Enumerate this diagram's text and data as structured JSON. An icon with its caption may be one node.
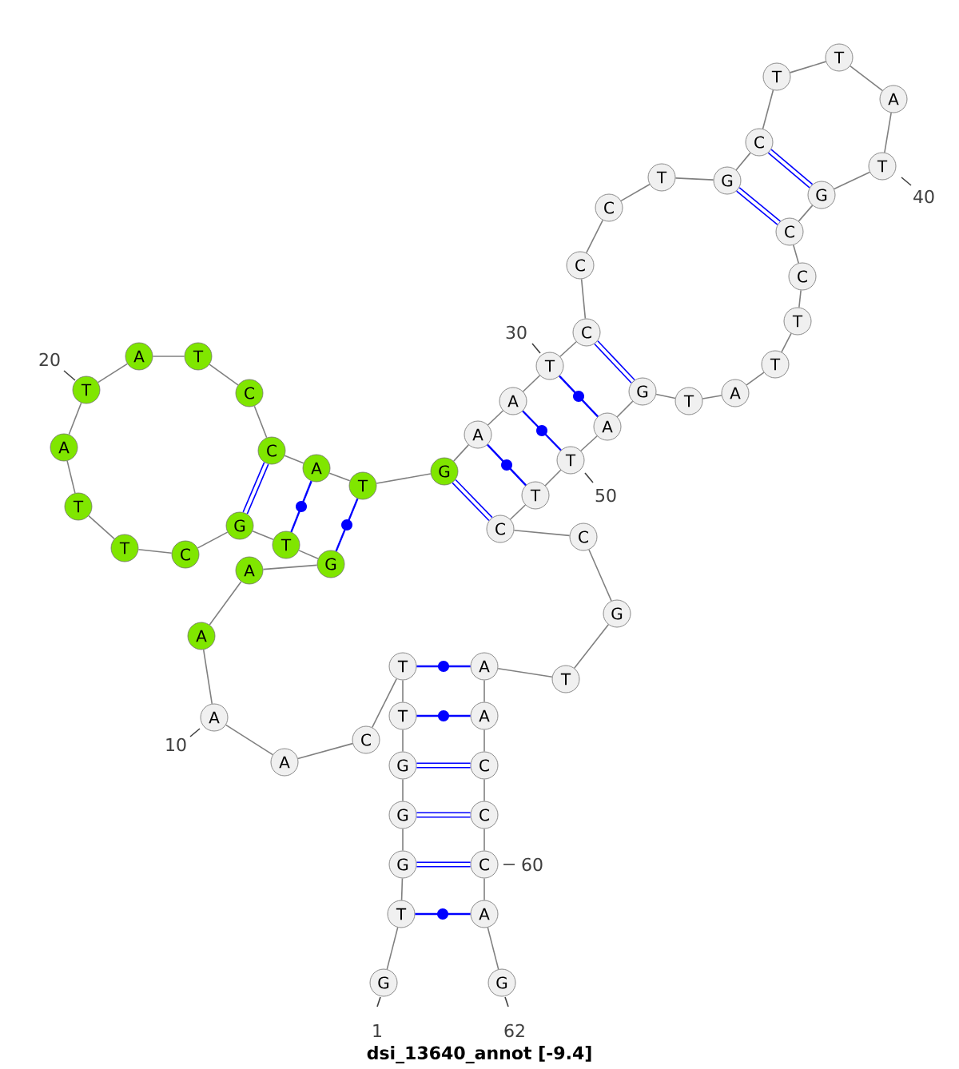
{
  "diagram": {
    "caption": "dsi_13640_annot [-9.4]",
    "nodes": [
      {
        "text": [
          "G"
        ],
        "beside": [
          "1"
        ]
      },
      {
        "text": [
          "T"
        ]
      },
      {
        "text": [
          "G"
        ]
      },
      {
        "text": [
          "G"
        ]
      },
      {
        "text": [
          "G"
        ]
      },
      {
        "text": [
          "T"
        ]
      },
      {
        "text": [
          "T"
        ]
      },
      {
        "text": [
          "C"
        ]
      },
      {
        "text": [
          "A"
        ]
      },
      {
        "text": [
          "A"
        ],
        "beside": [
          "10"
        ]
      },
      {
        "text": [
          "A"
        ]
      },
      {
        "text": [
          "A"
        ]
      },
      {
        "text": [
          "G"
        ]
      },
      {
        "text": [
          "T"
        ]
      },
      {
        "text": [
          "G"
        ]
      },
      {
        "text": [
          "C"
        ]
      },
      {
        "text": [
          "T"
        ]
      },
      {
        "text": [
          "T"
        ]
      },
      {
        "text": [
          "A"
        ]
      },
      {
        "text": [
          "T"
        ],
        "beside": [
          "20"
        ]
      },
      {
        "text": [
          "A"
        ]
      },
      {
        "text": [
          "T"
        ]
      },
      {
        "text": [
          "C"
        ]
      },
      {
        "text": [
          "C"
        ]
      },
      {
        "text": [
          "A"
        ]
      },
      {
        "text": [
          "T"
        ]
      },
      {
        "text": [
          "G"
        ]
      },
      {
        "text": [
          "A"
        ]
      },
      {
        "text": [
          "A"
        ]
      },
      {
        "text": [
          "T"
        ],
        "beside": [
          "30"
        ]
      },
      {
        "text": [
          "C"
        ]
      },
      {
        "text": [
          "C"
        ]
      },
      {
        "text": [
          "C"
        ]
      },
      {
        "text": [
          "T"
        ]
      },
      {
        "text": [
          "G"
        ]
      },
      {
        "text": [
          "C"
        ]
      },
      {
        "text": [
          "T"
        ]
      },
      {
        "text": [
          "T"
        ]
      },
      {
        "text": [
          "A"
        ]
      },
      {
        "text": [
          "T"
        ],
        "beside": [
          "40"
        ]
      },
      {
        "text": [
          "G"
        ]
      },
      {
        "text": [
          "C"
        ]
      },
      {
        "text": [
          "C"
        ]
      },
      {
        "text": [
          "T"
        ]
      },
      {
        "text": [
          "T"
        ]
      },
      {
        "text": [
          "A"
        ]
      },
      {
        "text": [
          "T"
        ]
      },
      {
        "text": [
          "G"
        ]
      },
      {
        "text": [
          "A"
        ]
      },
      {
        "text": [
          "T"
        ],
        "beside": [
          "50"
        ]
      },
      {
        "text": [
          "T"
        ]
      },
      {
        "text": [
          "C"
        ]
      },
      {
        "text": [
          "C"
        ]
      },
      {
        "text": [
          "G"
        ]
      },
      {
        "text": [
          "T"
        ]
      },
      {
        "text": [
          "A"
        ]
      },
      {
        "text": [
          "A"
        ]
      },
      {
        "text": [
          "C"
        ]
      },
      {
        "text": [
          "C"
        ]
      },
      {
        "text": [
          "C"
        ],
        "beside": [
          "60"
        ]
      },
      {
        "text": [
          "A"
        ]
      },
      {
        "text": [
          "G"
        ],
        "beside": [
          "62"
        ]
      }
    ],
    "edges": [
      {
        "from": 0,
        "to": 1,
        "arrow": "none"
      },
      {
        "from": 1,
        "to": 2,
        "arrow": "none"
      },
      {
        "from": 2,
        "to": 3,
        "arrow": "none"
      },
      {
        "from": 3,
        "to": 4,
        "arrow": "none"
      },
      {
        "from": 4,
        "to": 5,
        "arrow": "none"
      },
      {
        "from": 5,
        "to": 6,
        "arrow": "none"
      },
      {
        "from": 6,
        "to": 7,
        "arrow": "none"
      },
      {
        "from": 7,
        "to": 8,
        "arrow": "none"
      },
      {
        "from": 8,
        "to": 9,
        "arrow": "none"
      },
      {
        "from": 9,
        "to": 10,
        "arrow": "none"
      },
      {
        "from": 10,
        "to": 11,
        "arrow": "none"
      },
      {
        "from": 11,
        "to": 12,
        "arrow": "none"
      },
      {
        "from": 12,
        "to": 13,
        "arrow": "none"
      },
      {
        "from": 13,
        "to": 14,
        "arrow": "none"
      },
      {
        "from": 14,
        "to": 15,
        "arrow": "none"
      },
      {
        "from": 15,
        "to": 16,
        "arrow": "none"
      },
      {
        "from": 16,
        "to": 17,
        "arrow": "none"
      },
      {
        "from": 17,
        "to": 18,
        "arrow": "none"
      },
      {
        "from": 18,
        "to": 19,
        "arrow": "none"
      },
      {
        "from": 19,
        "to": 20,
        "arrow": "none"
      },
      {
        "from": 20,
        "to": 21,
        "arrow": "none"
      },
      {
        "from": 21,
        "to": 22,
        "arrow": "none"
      },
      {
        "from": 22,
        "to": 23,
        "arrow": "none"
      },
      {
        "from": 23,
        "to": 24,
        "arrow": "none"
      },
      {
        "from": 24,
        "to": 25,
        "arrow": "none"
      },
      {
        "from": 25,
        "to": 26,
        "arrow": "none"
      },
      {
        "from": 26,
        "to": 27,
        "arrow": "none"
      },
      {
        "from": 27,
        "to": 28,
        "arrow": "none"
      },
      {
        "from": 28,
        "to": 29,
        "arrow": "none"
      },
      {
        "from": 29,
        "to": 30,
        "arrow": "none"
      },
      {
        "from": 30,
        "to": 31,
        "arrow": "none"
      },
      {
        "from": 31,
        "to": 32,
        "arrow": "none"
      },
      {
        "from": 32,
        "to": 33,
        "arrow": "none"
      },
      {
        "from": 33,
        "to": 34,
        "arrow": "none"
      },
      {
        "from": 34,
        "to": 35,
        "arrow": "none"
      },
      {
        "from": 35,
        "to": 36,
        "arrow": "none"
      },
      {
        "from": 36,
        "to": 37,
        "arrow": "none"
      },
      {
        "from": 37,
        "to": 38,
        "arrow": "none"
      },
      {
        "from": 38,
        "to": 39,
        "arrow": "none"
      },
      {
        "from": 39,
        "to": 40,
        "arrow": "none"
      },
      {
        "from": 40,
        "to": 41,
        "arrow": "none"
      },
      {
        "from": 41,
        "to": 42,
        "arrow": "none"
      },
      {
        "from": 42,
        "to": 43,
        "arrow": "none"
      },
      {
        "from": 43,
        "to": 44,
        "arrow": "none"
      },
      {
        "from": 44,
        "to": 45,
        "arrow": "none"
      },
      {
        "from": 45,
        "to": 46,
        "arrow": "none"
      },
      {
        "from": 46,
        "to": 47,
        "arrow": "none"
      },
      {
        "from": 47,
        "to": 48,
        "arrow": "none"
      },
      {
        "from": 48,
        "to": 49,
        "arrow": "none"
      },
      {
        "from": 49,
        "to": 50,
        "arrow": "none"
      },
      {
        "from": 50,
        "to": 51,
        "arrow": "none"
      },
      {
        "from": 51,
        "to": 52,
        "arrow": "none"
      },
      {
        "from": 52,
        "to": 53,
        "arrow": "none"
      },
      {
        "from": 53,
        "to": 54,
        "arrow": "none"
      },
      {
        "from": 54,
        "to": 55,
        "arrow": "none"
      },
      {
        "from": 55,
        "to": 56,
        "arrow": "none"
      },
      {
        "from": 56,
        "to": 57,
        "arrow": "none"
      },
      {
        "from": 57,
        "to": 58,
        "arrow": "none"
      },
      {
        "from": 58,
        "to": 59,
        "arrow": "none"
      },
      {
        "from": 59,
        "to": 60,
        "arrow": "none"
      },
      {
        "from": 60,
        "to": 61,
        "arrow": "none"
      },
      {
        "from": 1,
        "to": 60,
        "arrow": "none",
        "color": "#0000ff"
      },
      {
        "from": 2,
        "to": 59,
        "arrow": "none",
        "color": "#0000ff",
        "style": "thick"
      },
      {
        "from": 3,
        "to": 58,
        "arrow": "none",
        "color": "#0000ff",
        "style": "thick"
      },
      {
        "from": 4,
        "to": 57,
        "arrow": "none",
        "color": "#0000ff",
        "style": "thick"
      },
      {
        "from": 5,
        "to": 56,
        "arrow": "none",
        "color": "#0000ff"
      },
      {
        "from": 6,
        "to": 55,
        "arrow": "none",
        "color": "#0000ff"
      },
      {
        "from": 12,
        "to": 25,
        "arrow": "none",
        "color": "#0000ff"
      },
      {
        "from": 13,
        "to": 24,
        "arrow": "none",
        "color": "#0000ff"
      },
      {
        "from": 14,
        "to": 23,
        "arrow": "none",
        "color": "#0000ff",
        "style": "thick"
      },
      {
        "from": 26,
        "to": 51,
        "arrow": "none",
        "color": "#0000ff",
        "style": "thick"
      },
      {
        "from": 27,
        "to": 50,
        "arrow": "none",
        "color": "#0000ff"
      },
      {
        "from": 28,
        "to": 49,
        "arrow": "none",
        "color": "#0000ff"
      },
      {
        "from": 29,
        "to": 48,
        "arrow": "none",
        "color": "#0000ff"
      },
      {
        "from": 30,
        "to": 47,
        "arrow": "none",
        "color": "#0000ff",
        "style": "thick"
      },
      {
        "from": 34,
        "to": 41,
        "arrow": "none",
        "color": "#0000ff",
        "style": "thick"
      },
      {
        "from": 35,
        "to": 40,
        "arrow": "none",
        "color": "#0000ff",
        "style": "thick"
      }
    ]
  }
}
